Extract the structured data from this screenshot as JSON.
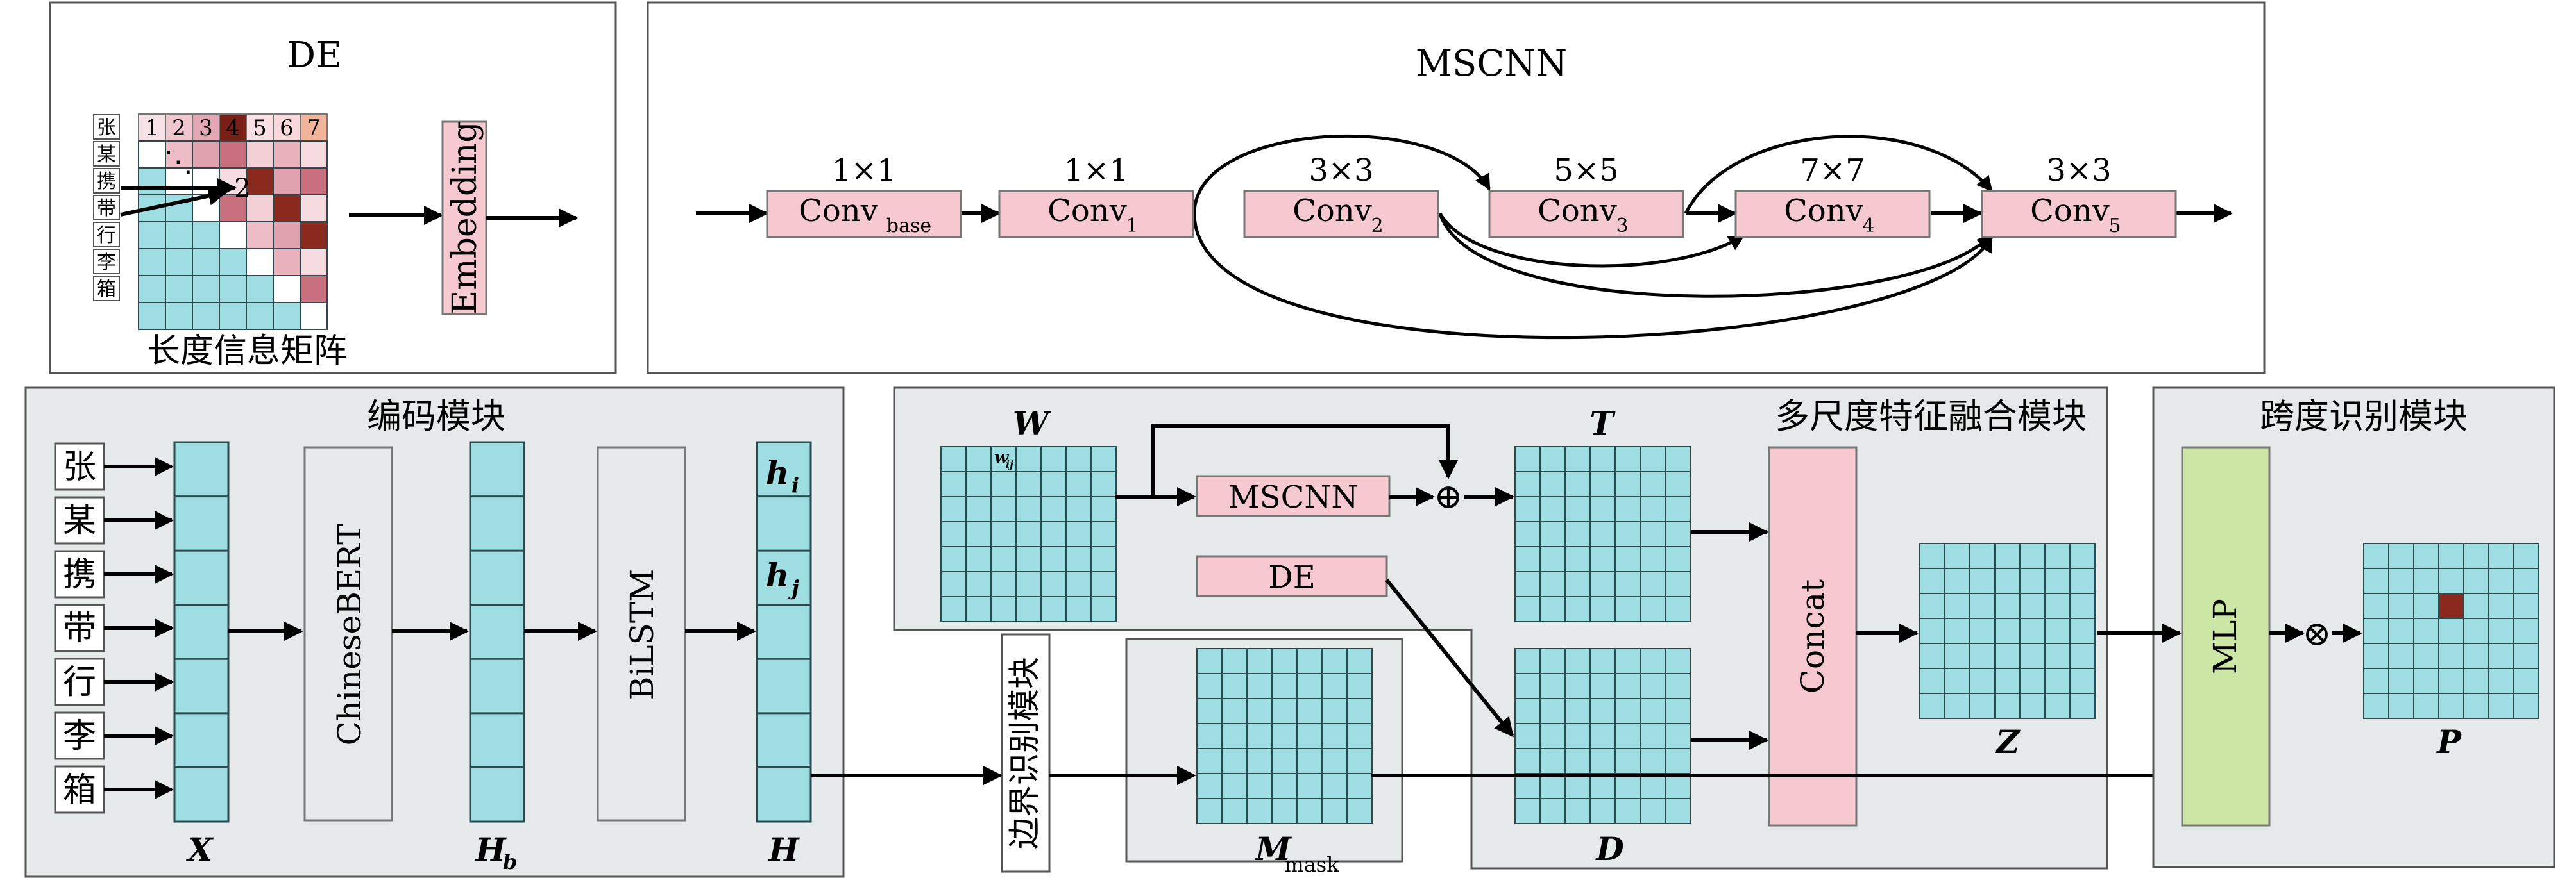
{
  "colors": {
    "cell": "#9edde2",
    "pink": "#f6c9d0",
    "panel": "#e6e9e9",
    "mlp": "#cce6a6",
    "dark": "#8a2a1e",
    "gridline": "#2a4a50"
  },
  "de_panel": {
    "title": "DE",
    "header_nums": [
      "1",
      "2",
      "3",
      "4",
      "5",
      "6",
      "7"
    ],
    "row_chars": [
      "张",
      "某",
      "携",
      "带",
      "行",
      "李",
      "箱"
    ],
    "dots": "⋱",
    "cell_number": "2",
    "caption": "长度信息矩阵",
    "embedding": "Embedding"
  },
  "mscnn_panel": {
    "title": "MSCNN",
    "blocks": [
      {
        "kernel": "1×1",
        "name": "Conv",
        "sub": "base"
      },
      {
        "kernel": "1×1",
        "name": "Conv",
        "sub": "1"
      },
      {
        "kernel": "3×3",
        "name": "Conv",
        "sub": "2"
      },
      {
        "kernel": "5×5",
        "name": "Conv",
        "sub": "3"
      },
      {
        "kernel": "7×7",
        "name": "Conv",
        "sub": "4"
      },
      {
        "kernel": "3×3",
        "name": "Conv",
        "sub": "5"
      }
    ]
  },
  "encoder_panel": {
    "title": "编码模块",
    "chars": [
      "张",
      "某",
      "携",
      "带",
      "行",
      "李",
      "箱"
    ],
    "chinesebert": "ChineseBERT",
    "bilstm": "BiLSTM",
    "x_label": "X",
    "hb_label": "H",
    "hb_sub": "b",
    "h_label": "H",
    "hi_label": "h",
    "hi_sub": "i",
    "hj_label": "h",
    "hj_sub": "j"
  },
  "fusion_panel": {
    "title": "多尺度特征融合模块",
    "w_label": "W",
    "wij_label": "w",
    "wij_sub": "ij",
    "mscnn": "MSCNN",
    "de": "DE",
    "t_label": "T",
    "d_label": "D",
    "concat": "Concat",
    "z_label": "Z",
    "plus": "⊕"
  },
  "boundary": {
    "label": "边界识别模块",
    "m_label": "M",
    "m_sub": "mask"
  },
  "span_panel": {
    "title": "跨度识别模块",
    "mlp": "MLP",
    "otimes": "⊗",
    "p_label": "P"
  }
}
